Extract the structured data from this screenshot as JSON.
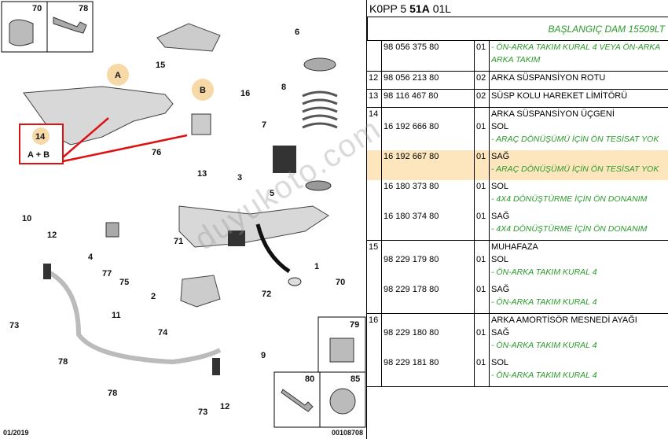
{
  "header": {
    "prefix": "K0PP 5 ",
    "bold": "51A",
    "suffix": " 01L"
  },
  "subheader": "BAŞLANGIÇ DAM 15509LT",
  "diagram": {
    "date": "01/2019",
    "code": "00108708",
    "callouts": [
      "70",
      "78",
      "15",
      "6",
      "16",
      "8",
      "7",
      "5",
      "13",
      "3",
      "1",
      "70",
      "71",
      "72",
      "2",
      "74",
      "76",
      "10",
      "12",
      "4",
      "77",
      "75",
      "11",
      "73",
      "78",
      "78",
      "9",
      "73",
      "12",
      "79",
      "80",
      "85"
    ],
    "bubble_a": "A",
    "bubble_b": "B",
    "legend_num": "14",
    "legend_text": "A + B"
  },
  "rows": [
    {
      "group": "",
      "part": "98 056 375 80",
      "qty": "01",
      "desc": "",
      "notes": [
        "- ÖN-ARKA TAKIM KURAL 4 VEYA ÖN-ARKA",
        "ARKA TAKIM"
      ],
      "end": true
    },
    {
      "group": "12",
      "part": "98 056 213 80",
      "qty": "02",
      "desc": "ARKA SÜSPANSİYON ROTU",
      "notes": [],
      "end": true
    },
    {
      "group": "13",
      "part": "98 116 467 80",
      "qty": "02",
      "desc": "SÜSP KOLU HAREKET LİMİTÖRÜ",
      "notes": [],
      "end": true
    },
    {
      "group": "14",
      "part": "16 192 666 80",
      "qty": "01",
      "desc": "ARKA SÜSPANSİYON ÜÇGENİ",
      "desc2": "SOL",
      "notes": [
        "- ARAÇ DÖNÜŞÜMÜ İÇİN ÖN TESİSAT YOK"
      ],
      "end": false
    },
    {
      "group": "",
      "part": "16 192 667 80",
      "qty": "01",
      "desc": "SAĞ",
      "notes": [
        "- ARAÇ DÖNÜŞÜMÜ İÇİN ÖN TESİSAT YOK"
      ],
      "hl": true,
      "end": false
    },
    {
      "group": "",
      "part": "16 180 373 80",
      "qty": "01",
      "desc": "SOL",
      "notes": [
        "- 4X4 DÖNÜŞTÜRME İÇİN ÖN DONANIM"
      ],
      "end": false
    },
    {
      "group": "",
      "part": "16 180 374 80",
      "qty": "01",
      "desc": "SAĞ",
      "notes": [
        "- 4X4 DÖNÜŞTÜRME İÇİN ÖN DONANIM"
      ],
      "end": true
    },
    {
      "group": "15",
      "part": "98 229 179 80",
      "qty": "01",
      "desc": "MUHAFAZA",
      "desc2": "SOL",
      "notes": [
        "- ÖN-ARKA TAKIM KURAL 4"
      ],
      "end": false
    },
    {
      "group": "",
      "part": "98 229 178 80",
      "qty": "01",
      "desc": "SAĞ",
      "notes": [
        "- ÖN-ARKA TAKIM KURAL 4"
      ],
      "end": true
    },
    {
      "group": "16",
      "part": "98 229 180 80",
      "qty": "01",
      "desc": "ARKA AMORTİSÖR MESNEDİ AYAĞI",
      "desc2": "SAĞ",
      "notes": [
        "- ÖN-ARKA TAKIM KURAL 4"
      ],
      "end": false
    },
    {
      "group": "",
      "part": "98 229 181 80",
      "qty": "01",
      "desc": "SOL",
      "notes": [
        "- ÖN-ARKA TAKIM KURAL 4"
      ],
      "end": true
    }
  ],
  "watermark": "duyukoto.com"
}
